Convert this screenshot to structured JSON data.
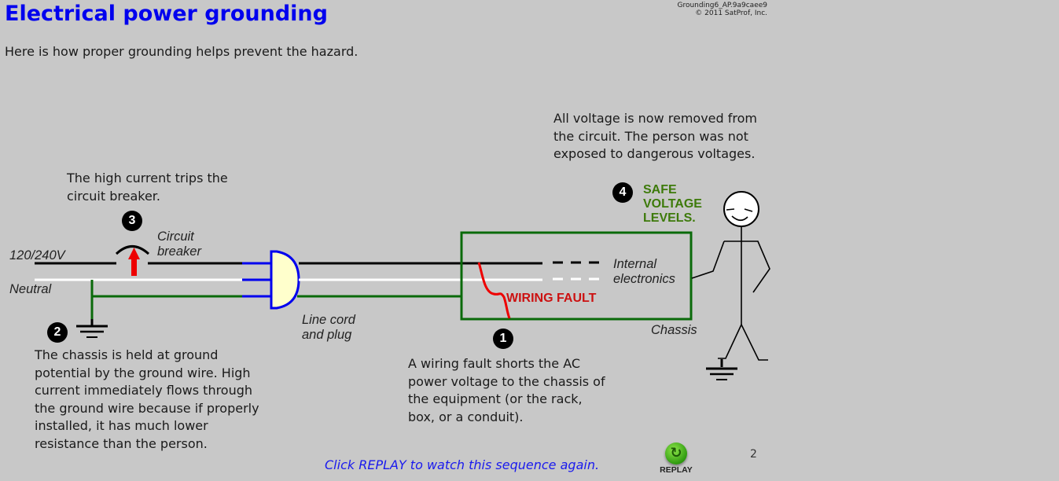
{
  "header": {
    "title": "Electrical power grounding",
    "subtitle": "Here is how proper grounding helps prevent the hazard.",
    "doc_id": "Grounding6_AP.9a9caee9",
    "copyright": "© 2011 SatProf, Inc."
  },
  "diagram": {
    "labels": {
      "line_voltage": "120/240V",
      "neutral": "Neutral",
      "circuit_breaker_1": "Circuit",
      "circuit_breaker_2": "breaker",
      "line_cord_1": "Line cord",
      "line_cord_2": "and plug",
      "internal_1": "Internal",
      "internal_2": "electronics",
      "chassis": "Chassis",
      "wiring_fault": "WIRING FAULT",
      "safe_1": "SAFE",
      "safe_2": "VOLTAGE",
      "safe_3": "LEVELS."
    },
    "colors": {
      "hot_wire": "#000000",
      "neutral_wire": "#ffffff",
      "ground_wire": "#0a6a0a",
      "plug_outline": "#0000ee",
      "plug_fill": "#ffffcc",
      "fault": "#ee0000",
      "safe_text": "#3d7a0a",
      "title": "#0000ee"
    }
  },
  "steps": [
    {
      "number": "1",
      "lines": [
        "A wiring fault shorts the AC",
        "power voltage to the chassis of",
        "the equipment (or the rack,",
        "box, or a conduit)."
      ]
    },
    {
      "number": "2",
      "lines": [
        "The chassis is held at ground",
        "potential by the ground wire.  High",
        "current immediately flows through",
        "the ground wire because if properly",
        "installed, it has much lower",
        "resistance than the person."
      ]
    },
    {
      "number": "3",
      "lines": [
        "The high current trips the",
        "circuit breaker."
      ]
    },
    {
      "number": "4",
      "lines": [
        "All voltage is now removed from",
        "the circuit.  The person was not",
        "exposed to dangerous voltages."
      ]
    }
  ],
  "footer": {
    "replay_hint": "Click REPLAY to watch this sequence again.",
    "replay_label": "REPLAY",
    "replay_icon": "replay-arrow-icon",
    "page_number": "2"
  }
}
